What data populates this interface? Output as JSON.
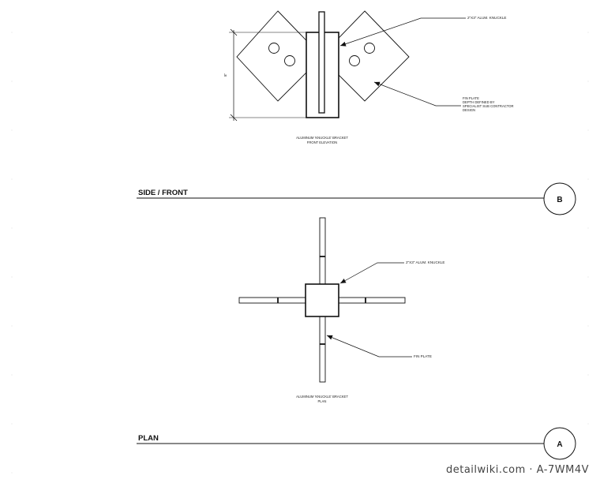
{
  "elevation": {
    "knuckle_label": "2\"X3\" ALUM. KNUCKLE",
    "fin_plate_lines": [
      "FIN PLATE",
      "DEPTH DEFINED BY",
      "SPECIALIST SUB CONTRACTOR",
      "DESIGN"
    ],
    "dimension_label": "8\"",
    "caption_lines": [
      "ALUMINUM 'KNUCKLE' BRACKET",
      "FRONT ELEVATION"
    ]
  },
  "section_b": {
    "title": "SIDE / FRONT",
    "bubble": "B"
  },
  "plan": {
    "knuckle_label": "2\"X3\" ALUM. KNUCKLE",
    "fin_plate_label": "FIN PLATE",
    "caption_lines": [
      "ALUMINUM 'KNUCKLE' BRACKET",
      "PLAN"
    ]
  },
  "section_a": {
    "title": "PLAN",
    "bubble": "A"
  },
  "watermark": "detailwiki.com · A-7WM4V",
  "colors": {
    "line": "#111111",
    "faint": "#e6e6e6"
  }
}
